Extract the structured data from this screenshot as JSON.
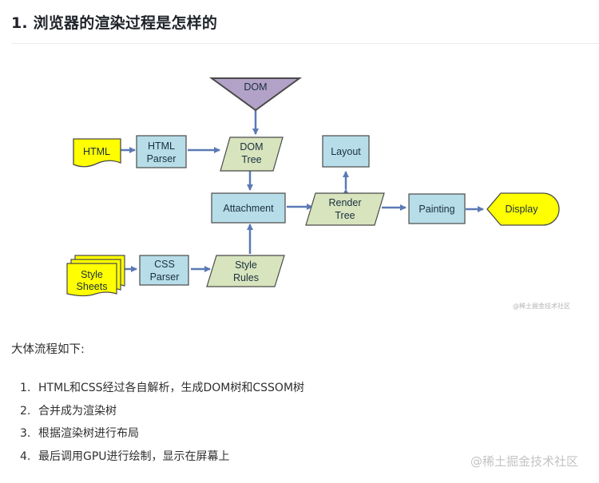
{
  "heading": "1. 浏览器的渲染过程是怎样的",
  "diagram": {
    "nodes": {
      "dom": "DOM",
      "html": "HTML",
      "html_parser": [
        "HTML",
        "Parser"
      ],
      "dom_tree": [
        "DOM",
        "Tree"
      ],
      "layout": "Layout",
      "attachment": "Attachment",
      "render_tree": [
        "Render",
        "Tree"
      ],
      "painting": "Painting",
      "display": "Display",
      "style_sheets": [
        "Style",
        "Sheets"
      ],
      "css_parser": [
        "CSS",
        "Parser"
      ],
      "style_rules": [
        "Style",
        "Rules"
      ]
    },
    "colors": {
      "process_box": "#b7dde8",
      "data_box": "#d7e4bd",
      "document": "#ffff00",
      "dom_triangle": "#b3a2c7",
      "arrow": "#5b7ab5"
    },
    "watermark": "@稀土掘金技术社区"
  },
  "intro": "大体流程如下:",
  "steps": [
    {
      "num": "1.",
      "text": "HTML和CSS经过各自解析，生成DOM树和CSSOM树"
    },
    {
      "num": "2.",
      "text": "合并成为渲染树"
    },
    {
      "num": "3.",
      "text": "根据渲染树进行布局"
    },
    {
      "num": "4.",
      "text": "最后调用GPU进行绘制，显示在屏幕上"
    }
  ],
  "watermark": "@稀土掘金技术社区"
}
